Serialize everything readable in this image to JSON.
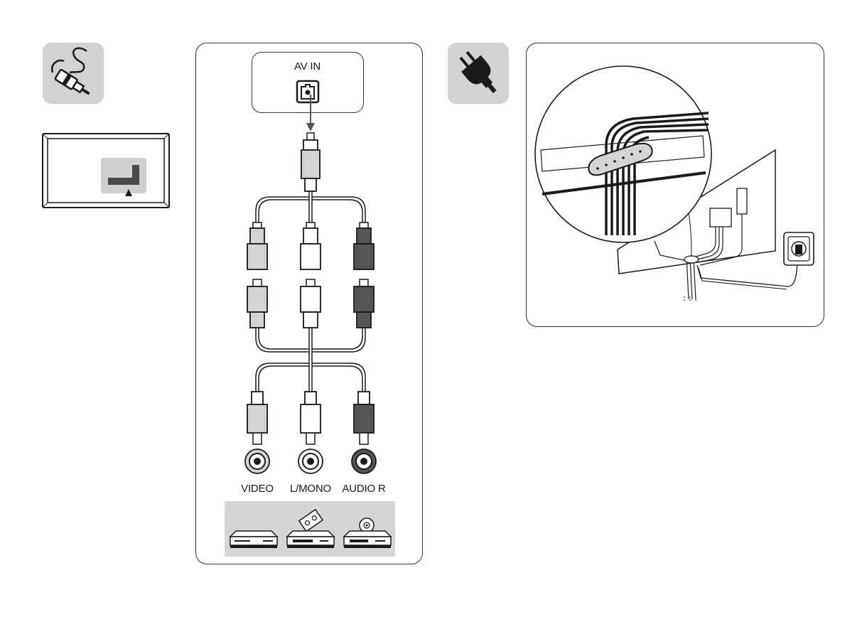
{
  "port": {
    "label": "AV IN"
  },
  "jacks": [
    {
      "label": "VIDEO",
      "color": "#d4d4d4"
    },
    {
      "label": "L/MONO",
      "color": "#ffffff"
    },
    {
      "label": "AUDIO R",
      "color": "#555555"
    }
  ],
  "colors": {
    "icon_bg": "#d2d2d2",
    "outline": "#1a1a1a",
    "devices_strip": "#d6d6d6"
  },
  "icons": [
    "cable-icon",
    "tv-port-location-icon",
    "power-plug-icon",
    "cable-management-illustration"
  ],
  "devices": [
    "dvd-player-icon",
    "vcr-icon",
    "disc-player-icon"
  ]
}
